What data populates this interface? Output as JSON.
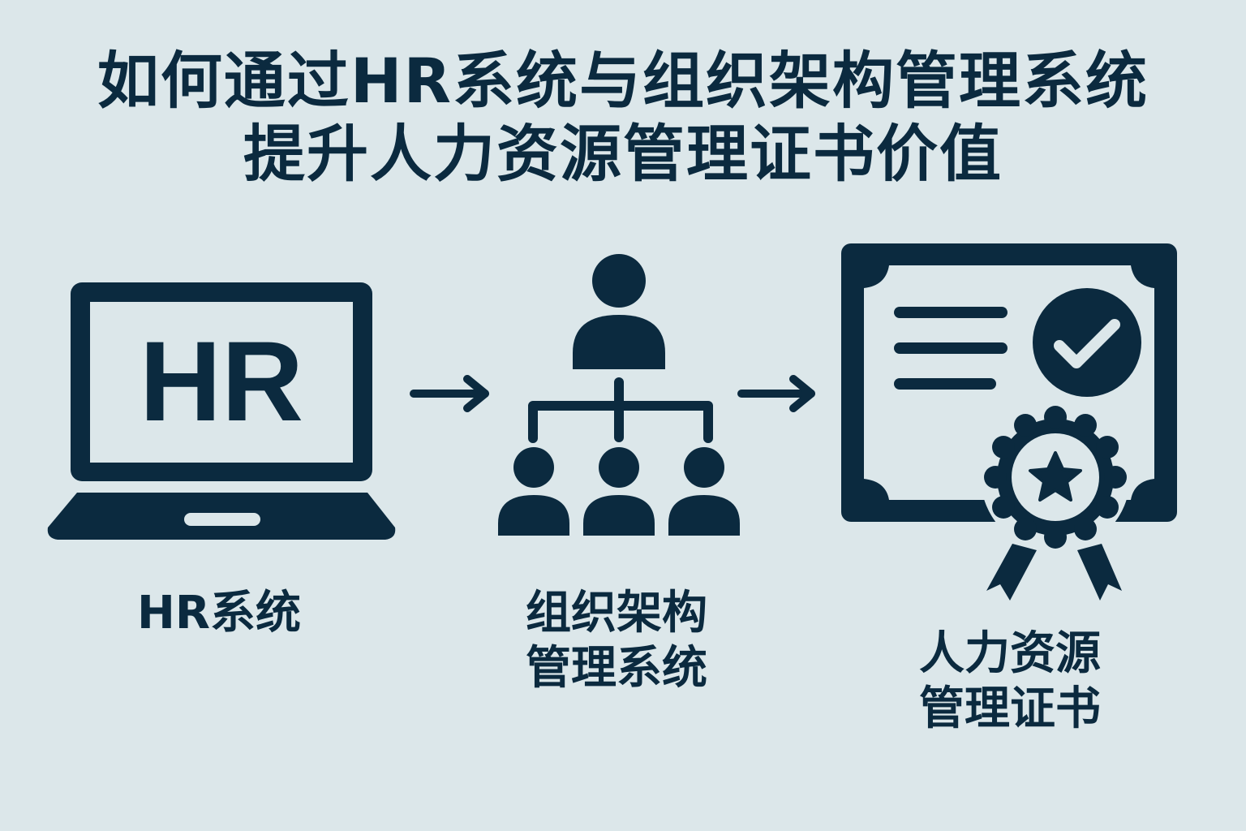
{
  "title": {
    "line1": "如何通过HR系统与组织架构管理系统",
    "line2": "提升人力资源管理证书价值"
  },
  "colors": {
    "background": "#dce7ea",
    "foreground": "#0b2a3f"
  },
  "flow": [
    {
      "icon": "laptop-hr-icon",
      "screen_text": "HR",
      "label_line1": "HR系统",
      "label_line2": ""
    },
    {
      "icon": "org-chart-icon",
      "label_line1": "组织架构",
      "label_line2": "管理系统"
    },
    {
      "icon": "certificate-icon",
      "label_line1": "人力资源",
      "label_line2": "管理证书"
    }
  ],
  "connectors": [
    "arrow-right-icon",
    "arrow-right-icon"
  ]
}
